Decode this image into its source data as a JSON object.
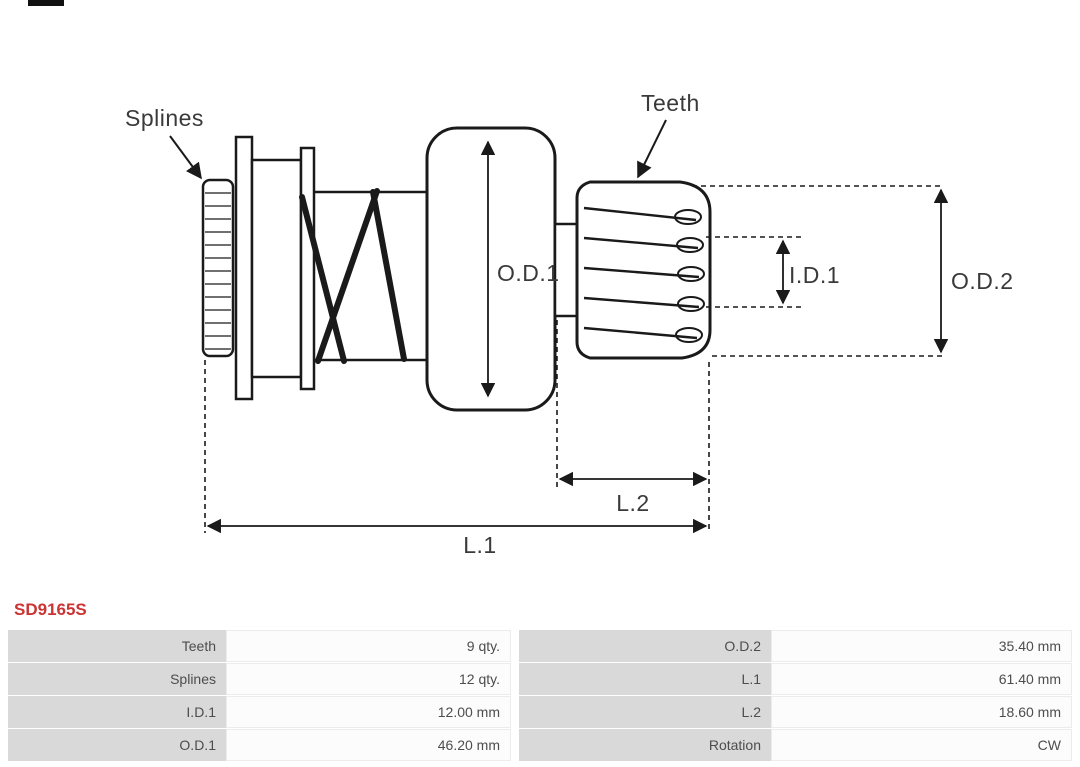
{
  "page": {
    "background": "#ffffff",
    "accent_red": "#cc3333",
    "table_label_bg": "#d9d9d9",
    "table_value_bg": "#fcfcfc",
    "line_color": "#1a1a1a"
  },
  "part": {
    "number": "SD9165S"
  },
  "diagram": {
    "labels": {
      "splines": "Splines",
      "teeth": "Teeth",
      "od1": "O.D.1",
      "id1": "I.D.1",
      "od2": "O.D.2",
      "l1": "L.1",
      "l2": "L.2"
    }
  },
  "spec_table": {
    "rows": [
      {
        "c0": "Teeth",
        "c1": "9 qty.",
        "c2": "O.D.2",
        "c3": "35.40 mm"
      },
      {
        "c0": "Splines",
        "c1": "12 qty.",
        "c2": "L.1",
        "c3": "61.40 mm"
      },
      {
        "c0": "I.D.1",
        "c1": "12.00 mm",
        "c2": "L.2",
        "c3": "18.60 mm"
      },
      {
        "c0": "O.D.1",
        "c1": "46.20 mm",
        "c2": "Rotation",
        "c3": "CW"
      }
    ]
  }
}
